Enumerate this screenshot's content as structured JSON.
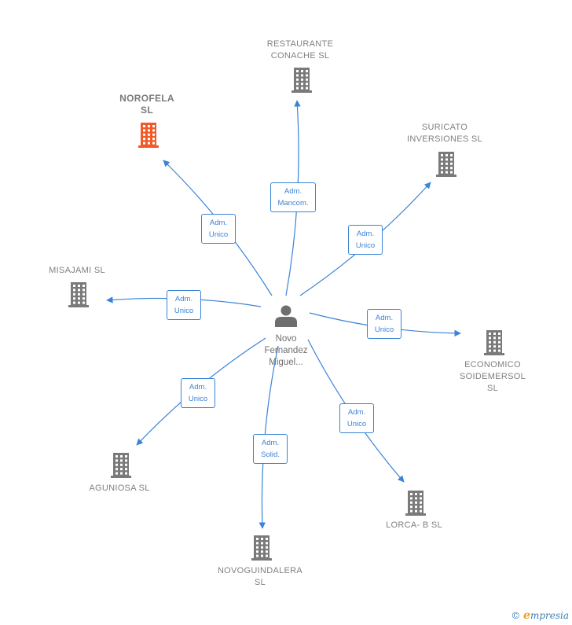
{
  "colors": {
    "edge": "#3a83d6",
    "building": "#7a7a7a",
    "building_highlight": "#f05a28",
    "person": "#6e6e6e"
  },
  "person": {
    "name": "Novo\nFernandez\nMiguel...",
    "icon": "person-icon"
  },
  "companies": [
    {
      "id": "restaurante",
      "name": "RESTAURANTE\nCONACHE SL",
      "role": "Adm.\nMancom.",
      "icon": "building-icon",
      "highlight": false
    },
    {
      "id": "norofela",
      "name": "NOROFELA\nSL",
      "role": "Adm.\nUnico",
      "icon": "building-icon",
      "highlight": true
    },
    {
      "id": "suricato",
      "name": "SURICATO\nINVERSIONES SL",
      "role": "Adm.\nUnico",
      "icon": "building-icon",
      "highlight": false
    },
    {
      "id": "misajami",
      "name": "MISAJAMI  SL",
      "role": "Adm.\nUnico",
      "icon": "building-icon",
      "highlight": false
    },
    {
      "id": "economico",
      "name": "ECONOMICO\nSOIDEMERSOL\nSL",
      "role": "Adm.\nUnico",
      "icon": "building-icon",
      "highlight": false
    },
    {
      "id": "aguniosa",
      "name": "AGUNIOSA  SL",
      "role": "Adm.\nUnico",
      "icon": "building-icon",
      "highlight": false
    },
    {
      "id": "lorca",
      "name": "LORCA- B  SL",
      "role": "Adm.\nUnico",
      "icon": "building-icon",
      "highlight": false
    },
    {
      "id": "novoguindalera",
      "name": "NOVOGUINDALERA\nSL",
      "role": "Adm.\nSolid.",
      "icon": "building-icon",
      "highlight": false
    }
  ],
  "watermark": {
    "copyright": "©",
    "brand_initial": "e",
    "brand_rest": "mpresia"
  }
}
